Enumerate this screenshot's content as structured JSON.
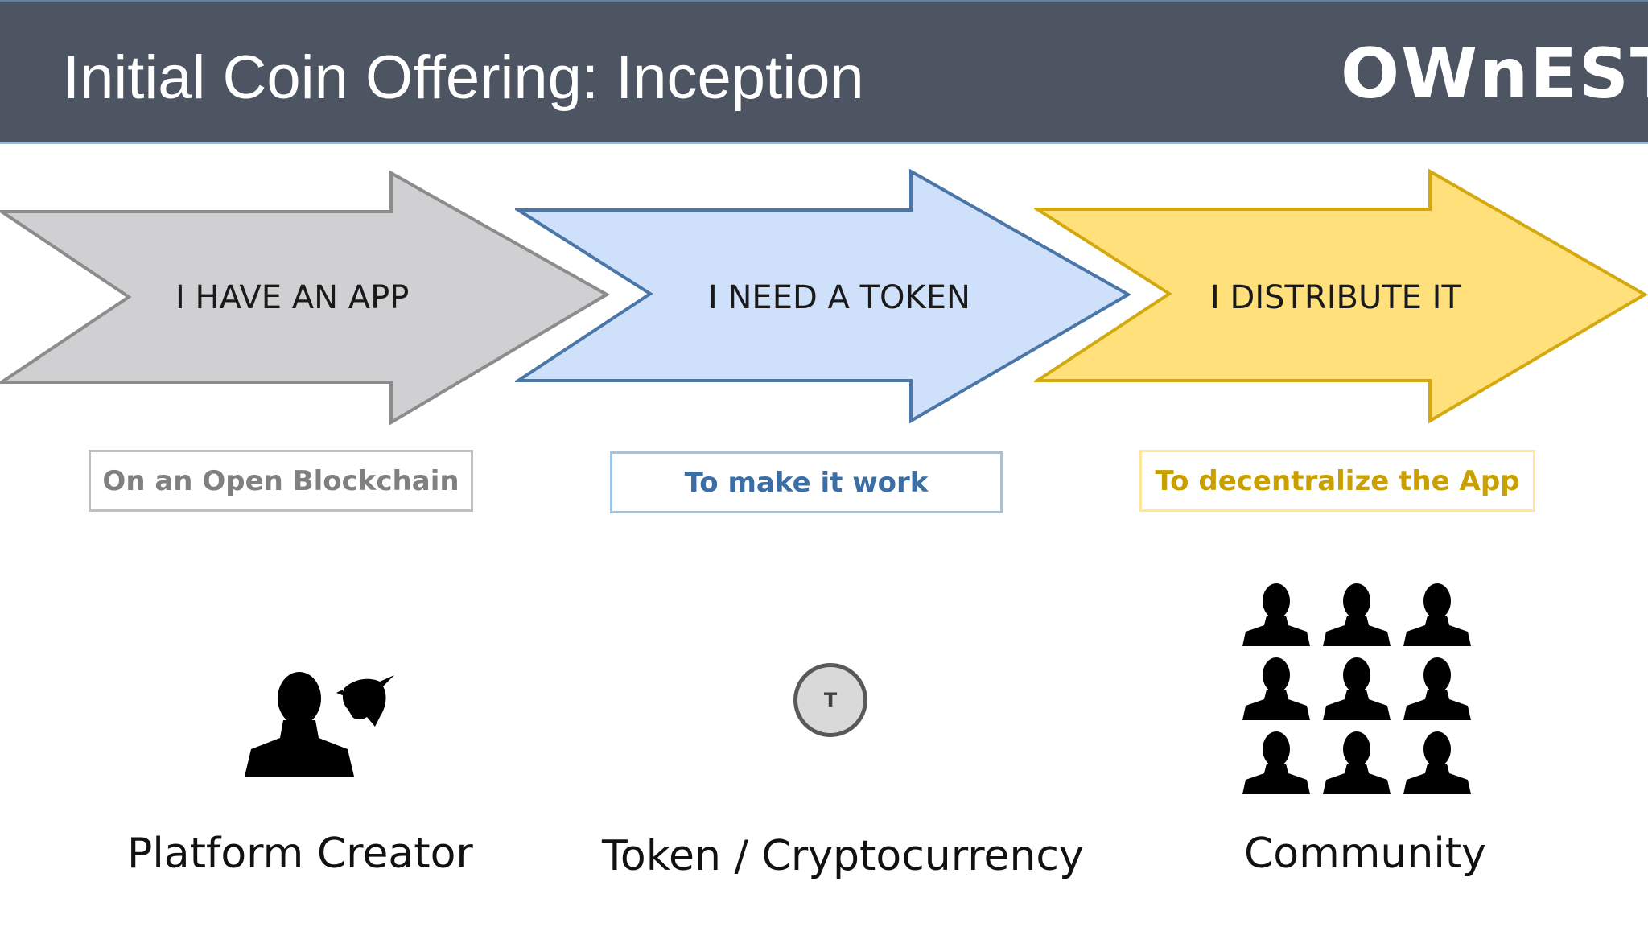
{
  "header": {
    "title": "Initial Coin Offering: Inception",
    "logo_text": "OWnEST"
  },
  "steps": [
    {
      "label": "I HAVE AN APP",
      "caption": "On an Open Blockchain",
      "fill": "#d0cfd2",
      "stroke": "#8c8c8c",
      "caption_color": "#808080",
      "caption_border": "#bfbfbf"
    },
    {
      "label": "I NEED A TOKEN",
      "caption": "To make it work",
      "fill": "#cfe0fb",
      "stroke": "#4a76a8",
      "caption_color": "#3b6ea5",
      "caption_border": "#9dc3e6"
    },
    {
      "label": "I DISTRIBUTE IT",
      "caption": "To decentralize the App",
      "fill": "#ffe07a",
      "stroke": "#d4a90f",
      "caption_color": "#c9a000",
      "caption_border": "#ffe699"
    }
  ],
  "actors": [
    {
      "label": "Platform Creator",
      "icon": "person-with-unicorn-icon"
    },
    {
      "label": "Token / Cryptocurrency",
      "icon": "token-coin-icon",
      "coin_letter": "T"
    },
    {
      "label": "Community",
      "icon": "people-group-icon"
    }
  ]
}
